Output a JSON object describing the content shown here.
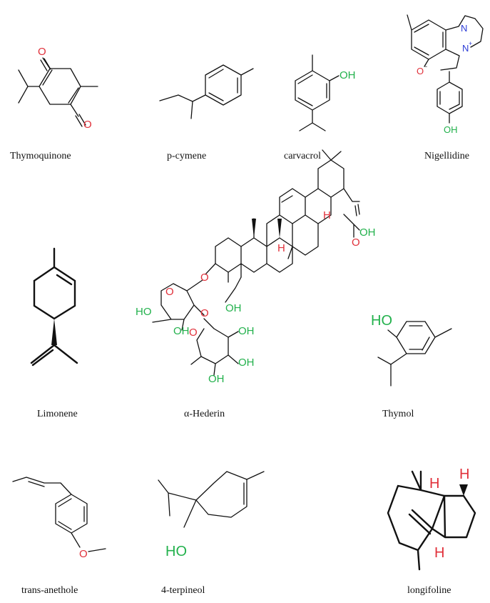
{
  "colors": {
    "oxygen": "#e0303a",
    "hydroxyl": "#22b14c",
    "hydrogen": "#e0303a",
    "nitrogen": "#2b3bd6",
    "bond": "#111111"
  },
  "compounds": [
    {
      "name": "Thymoquinone",
      "atoms": [
        "O",
        "O"
      ]
    },
    {
      "name": "p-cymene",
      "atoms": []
    },
    {
      "name": "carvacrol",
      "atoms": [
        "OH"
      ]
    },
    {
      "name": "Nigellidine",
      "atoms": [
        "N",
        "N",
        "+",
        "O",
        "−",
        "OH"
      ]
    },
    {
      "name": "Limonene",
      "atoms": []
    },
    {
      "name": "α-Hederin",
      "atoms": [
        "O",
        "O",
        "O",
        "HO",
        "OH",
        "O",
        "OH",
        "OH",
        "OH",
        "OH",
        "H",
        "H",
        "O",
        "OH"
      ]
    },
    {
      "name": "Thymol",
      "atoms": [
        "HO"
      ]
    },
    {
      "name": "trans-anethole",
      "atoms": [
        "O"
      ]
    },
    {
      "name": "4-terpineol",
      "atoms": [
        "HO"
      ]
    },
    {
      "name": "longifoline",
      "atoms": [
        "H",
        "H",
        "H"
      ]
    }
  ]
}
